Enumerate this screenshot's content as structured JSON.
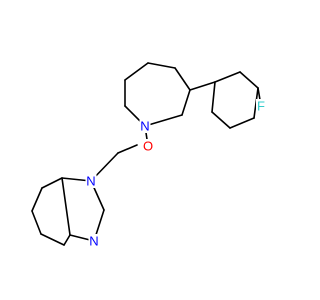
{
  "molecule": {
    "colors": {
      "background": "#ffffff",
      "bond": "#000000",
      "nitrogen": "#0000ff",
      "oxygen": "#ff0000",
      "fluorine": "#33cccc"
    },
    "atoms": [
      {
        "id": "n_azepane",
        "label": "N",
        "element": "N"
      },
      {
        "id": "o_carbonyl",
        "label": "O",
        "element": "O"
      },
      {
        "id": "n_benzimidazole_1",
        "label": "N",
        "element": "N"
      },
      {
        "id": "n_benzimidazole_3",
        "label": "N",
        "element": "N"
      },
      {
        "id": "f_fluoro",
        "label": "F",
        "element": "F"
      }
    ]
  }
}
